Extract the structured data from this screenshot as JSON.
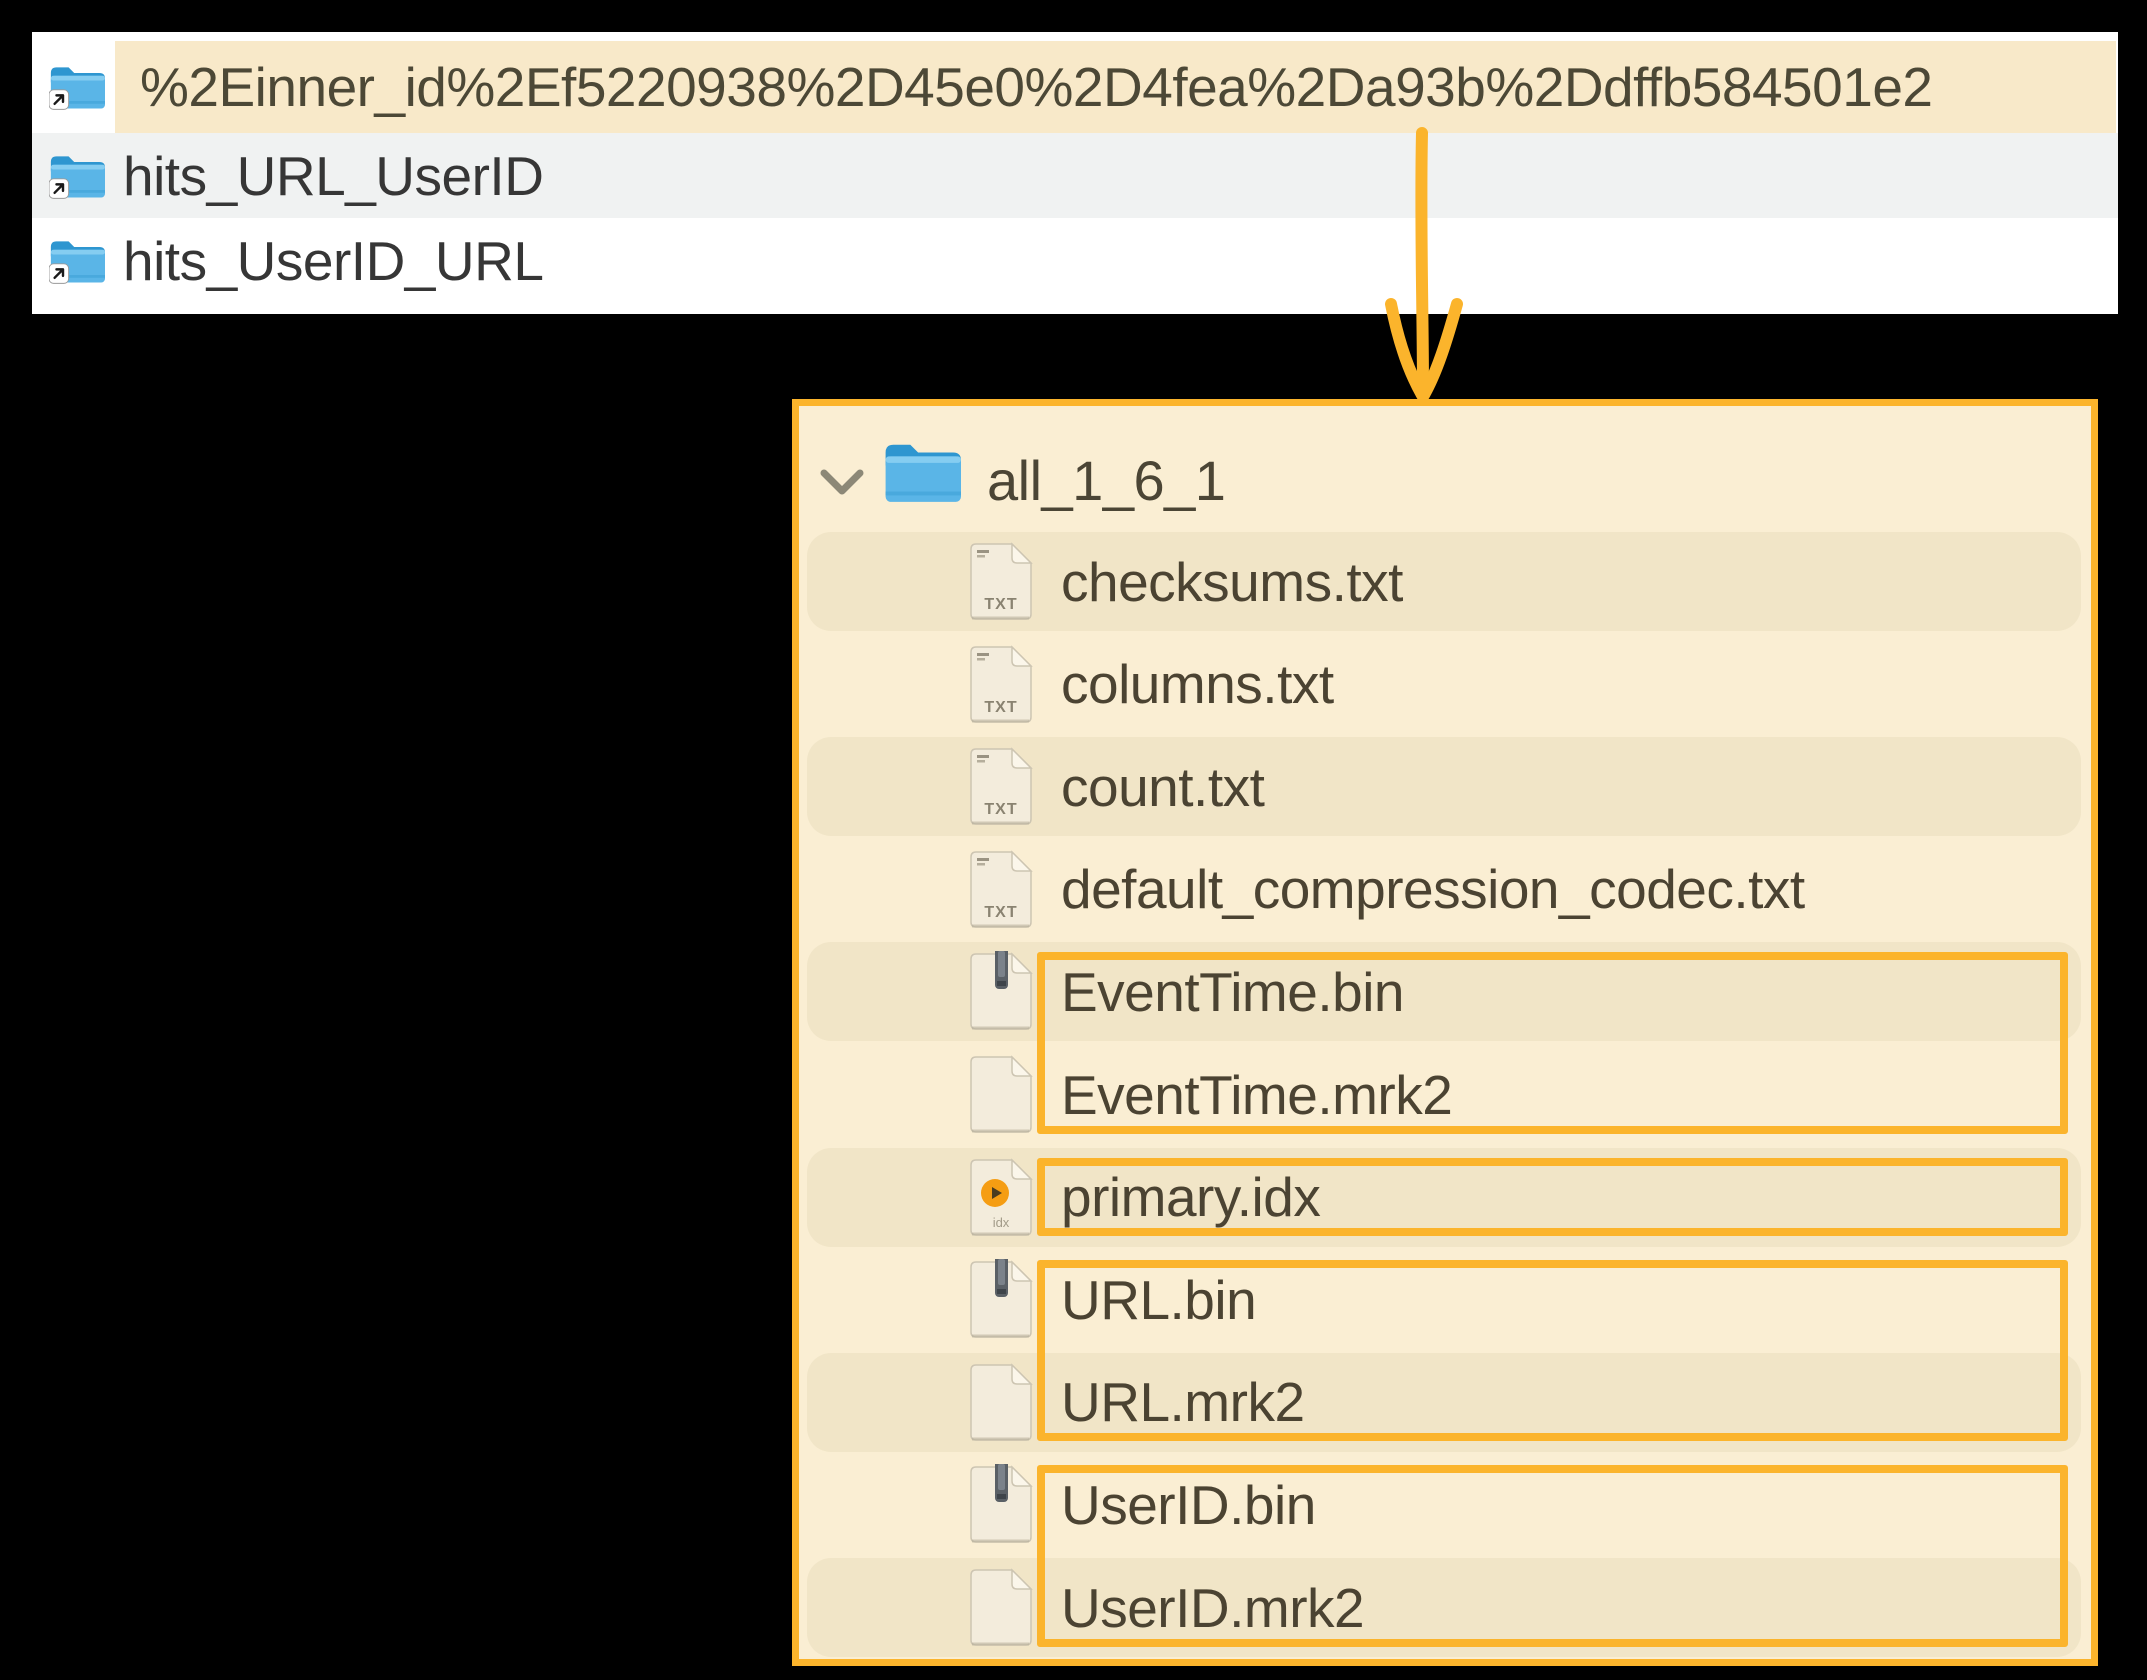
{
  "colors": {
    "accent_amber": "#fbb42c",
    "selection_cream": "#f8e9c9",
    "panel_cream": "#faeed3",
    "row_stripe": "#f1e5c7",
    "alt_row_gray": "#f0f2f2",
    "folder_blue": "#57b4e6"
  },
  "top_panel": {
    "rows": [
      {
        "name": "%2Einner_id%2Ef5220938%2D45e0%2D4fea%2Da93b%2Ddffb584501e2",
        "highlighted": true
      },
      {
        "name": "hits_URL_UserID",
        "highlighted": false
      },
      {
        "name": "hits_UserID_URL",
        "highlighted": false
      }
    ]
  },
  "annotations": {
    "arrow": "down-arrow from highlighted part folder to part contents panel",
    "box_note": "amber boxes call out column data files"
  },
  "bottom_panel": {
    "folder": {
      "name": "all_1_6_1",
      "expanded": true
    },
    "files": [
      {
        "name": "checksums.txt",
        "icon": "txt"
      },
      {
        "name": "columns.txt",
        "icon": "txt"
      },
      {
        "name": "count.txt",
        "icon": "txt"
      },
      {
        "name": "default_compression_codec.txt",
        "icon": "txt"
      },
      {
        "name": "EventTime.bin",
        "icon": "bin"
      },
      {
        "name": "EventTime.mrk2",
        "icon": "plain"
      },
      {
        "name": "primary.idx",
        "icon": "idx"
      },
      {
        "name": "URL.bin",
        "icon": "bin"
      },
      {
        "name": "URL.mrk2",
        "icon": "plain"
      },
      {
        "name": "UserID.bin",
        "icon": "bin"
      },
      {
        "name": "UserID.mrk2",
        "icon": "plain"
      }
    ],
    "highlight_boxes": [
      {
        "first": 4,
        "last": 5
      },
      {
        "first": 6,
        "last": 6
      },
      {
        "first": 7,
        "last": 8
      },
      {
        "first": 9,
        "last": 10
      }
    ]
  }
}
